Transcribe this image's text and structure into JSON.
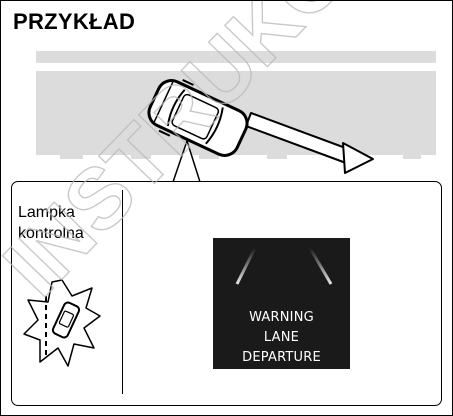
{
  "header": {
    "title": "PRZYKŁAD"
  },
  "indicator": {
    "label_line1": "Lampka",
    "label_line2": "kontrolna"
  },
  "display": {
    "line1": "WARNING",
    "line2": "LANE",
    "line3": "DEPARTURE"
  },
  "watermark": {
    "text": "INSTRUKCJE OBSŁUGI"
  },
  "colors": {
    "road": "#dcdcdc",
    "lane_marking": "#ffffff",
    "display_bg": "#1a1a1a",
    "display_text": "#ffffff",
    "outline": "#000000"
  },
  "icons": [
    "car-icon",
    "direction-arrow-icon",
    "lane-departure-lamp-icon",
    "lane-line-icon"
  ]
}
